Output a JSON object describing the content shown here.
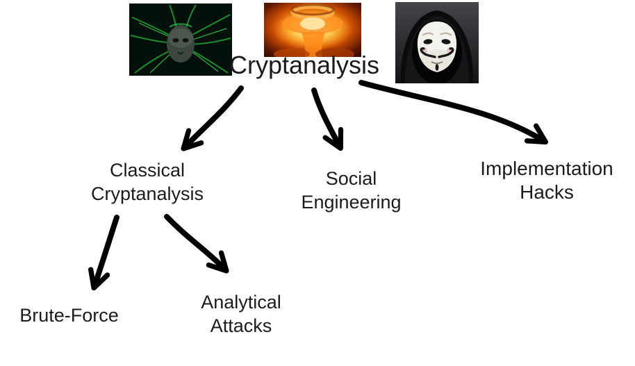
{
  "title": "Cryptanalysis",
  "nodes": {
    "classical": {
      "line1": "Classical",
      "line2": "Cryptanalysis"
    },
    "social": {
      "line1": "Social",
      "line2": "Engineering"
    },
    "implementation": {
      "line1": "Implementation",
      "line2": "Hacks"
    },
    "brute_force": {
      "label": "Brute-Force"
    },
    "analytical": {
      "line1": "Analytical",
      "line2": "Attacks"
    }
  },
  "images": {
    "cyborg": {
      "alt": "Green cybernetic AI face"
    },
    "explosion": {
      "alt": "Nuclear mushroom cloud explosion"
    },
    "mask": {
      "alt": "Hooded figure wearing Guy Fawkes mask"
    }
  },
  "colors": {
    "arrow": "#000000",
    "text": "#1b1b1b",
    "background": "#ffffff"
  }
}
